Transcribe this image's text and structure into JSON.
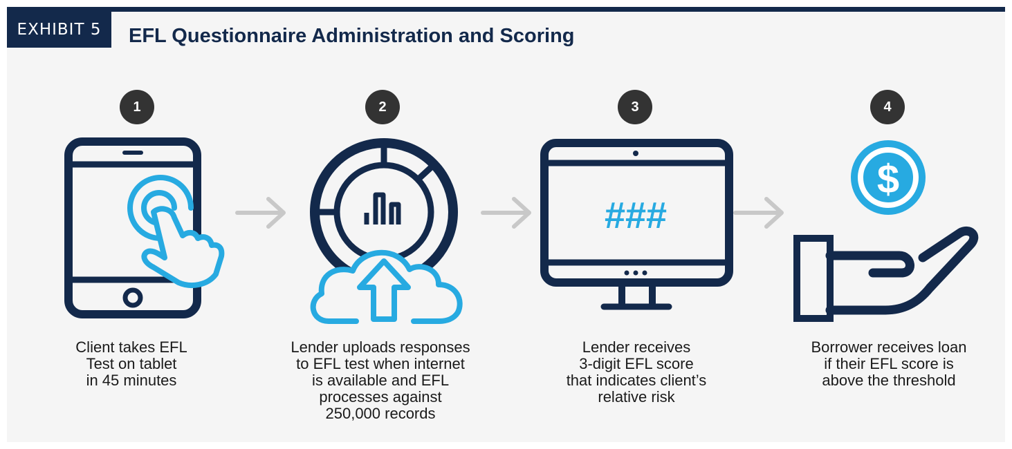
{
  "header": {
    "exhibit_label": "EXHIBIT 5",
    "title": "EFL Questionnaire Administration and Scoring"
  },
  "colors": {
    "navy": "#13294b",
    "accent_blue": "#27aae1",
    "arrow_gray": "#c8c8c8",
    "badge_dark": "#333333",
    "panel_bg": "#f5f5f5"
  },
  "steps": [
    {
      "number": "1",
      "icon": "tablet-touch-icon",
      "caption_lines": [
        "Client takes EFL",
        "Test on tablet",
        "in 45 minutes"
      ]
    },
    {
      "number": "2",
      "icon": "cloud-upload-chart-icon",
      "caption_lines": [
        "Lender uploads responses",
        "to EFL test when internet",
        "is available and EFL",
        "processes against",
        "250,000 records"
      ]
    },
    {
      "number": "3",
      "icon": "monitor-score-icon",
      "screen_text": "###",
      "caption_lines": [
        "Lender receives",
        "3-digit EFL score",
        "that indicates client’s",
        "relative risk"
      ]
    },
    {
      "number": "4",
      "icon": "hand-dollar-icon",
      "coin_symbol": "$",
      "caption_lines": [
        "Borrower receives loan",
        "if their EFL score is",
        "above the threshold"
      ]
    }
  ]
}
